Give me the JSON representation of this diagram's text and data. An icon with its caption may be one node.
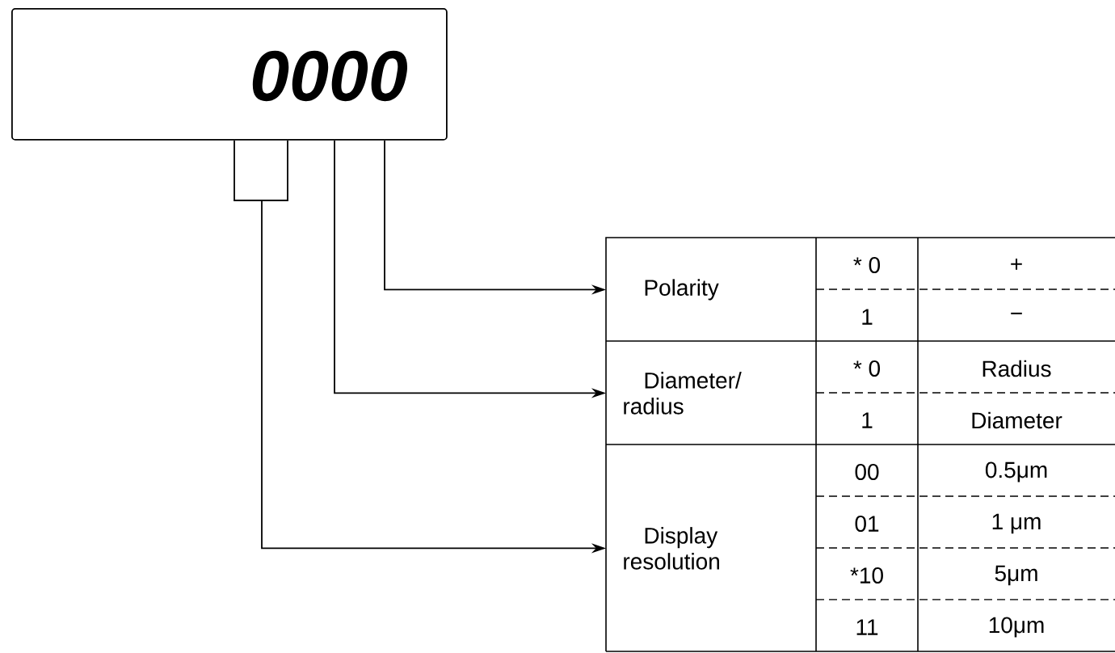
{
  "diagram": {
    "nodes": [
      {
        "text": [
          "0000"
        ]
      },
      {
        "text": [
          "Polarity"
        ]
      },
      {
        "text": [
          "Diameter/ radius"
        ]
      },
      {
        "text": [
          "Display resolution"
        ]
      }
    ],
    "edges": [
      {
        "from": 0,
        "to": 1,
        "arrow": "to"
      },
      {
        "from": 0,
        "to": 2,
        "arrow": "to"
      },
      {
        "from": 0,
        "to": 3,
        "arrow": "to"
      }
    ],
    "labels": [
      "* 0",
      "+",
      "1",
      "−",
      "* 0",
      "Radius",
      "1",
      "Diameter",
      "00",
      "0.5μm",
      "01",
      "1 μm",
      "*10",
      "5μm",
      "11",
      "10μm"
    ]
  }
}
